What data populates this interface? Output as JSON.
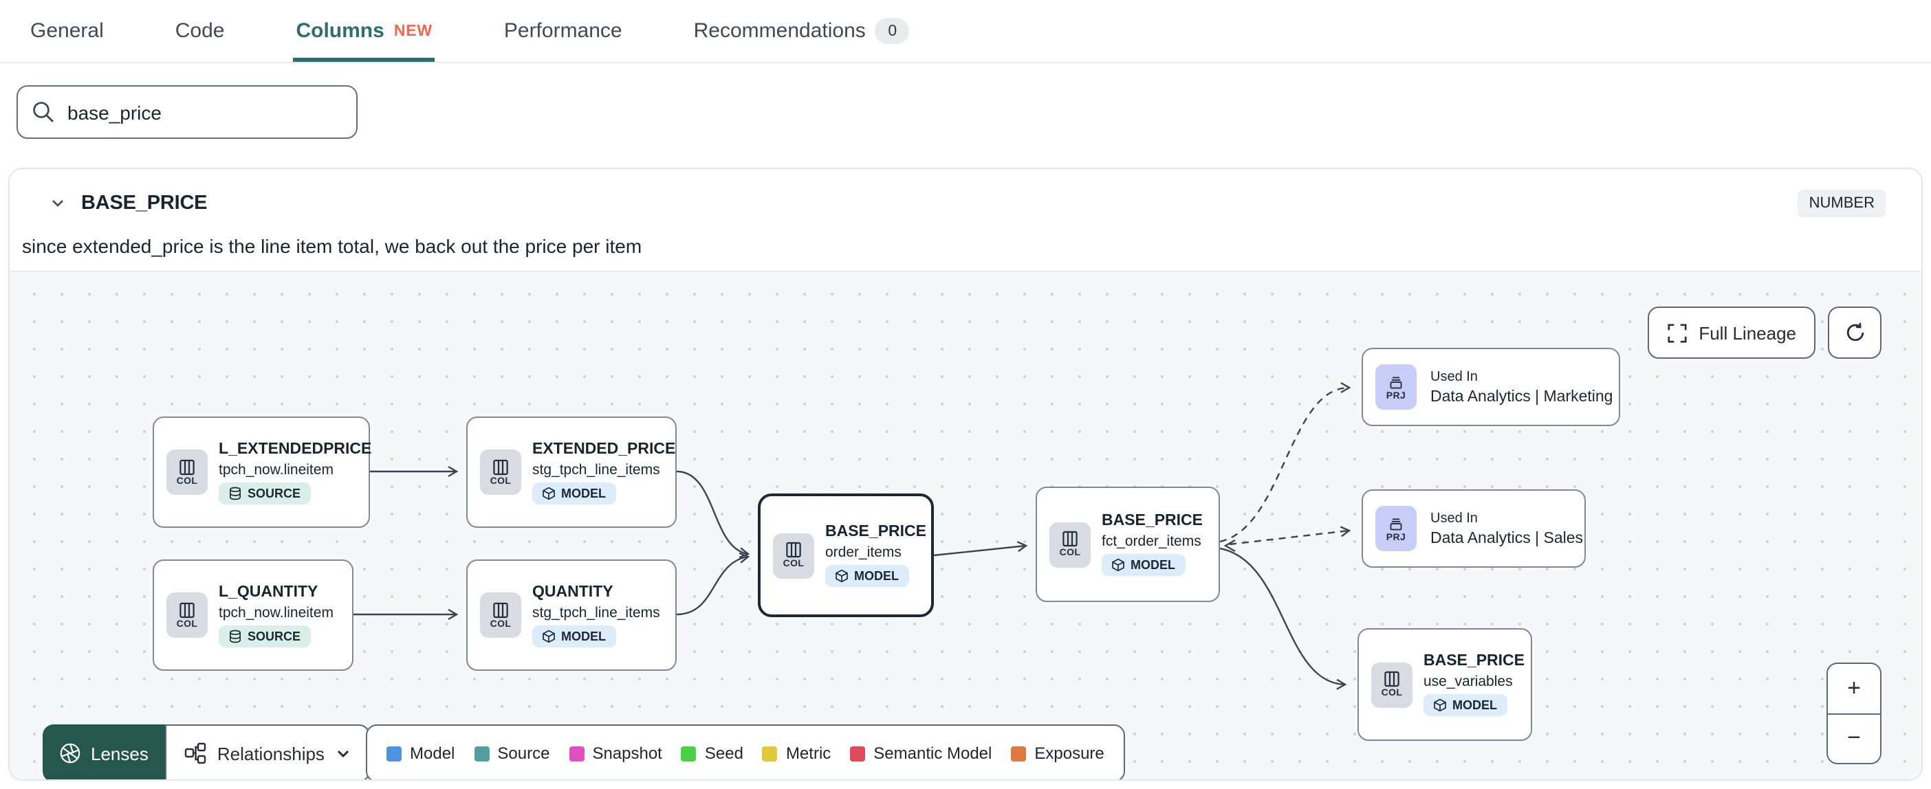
{
  "tabs": [
    {
      "label": "General"
    },
    {
      "label": "Code"
    },
    {
      "label": "Columns",
      "badge": "NEW",
      "active": true
    },
    {
      "label": "Performance"
    },
    {
      "label": "Recommendations",
      "count": "0"
    }
  ],
  "search": {
    "value": "base_price"
  },
  "column": {
    "name": "BASE_PRICE",
    "data_type": "NUMBER",
    "description": "since extended_price is the line item total, we back out the price per item"
  },
  "lineage": {
    "full_lineage_label": "Full Lineage",
    "zoom_in_label": "+",
    "zoom_out_label": "−",
    "lenses_label": "Lenses",
    "relationships_label": "Relationships",
    "legend": [
      {
        "label": "Model",
        "color": "#4e92e0"
      },
      {
        "label": "Source",
        "color": "#52a09e"
      },
      {
        "label": "Snapshot",
        "color": "#e34fc3"
      },
      {
        "label": "Seed",
        "color": "#49d147"
      },
      {
        "label": "Metric",
        "color": "#e2c83d"
      },
      {
        "label": "Semantic Model",
        "color": "#e0485c"
      },
      {
        "label": "Exposure",
        "color": "#e1793f"
      }
    ],
    "nodes": [
      {
        "chip": "COL",
        "title": "L_EXTENDEDPRICE",
        "subtitle": "tpch_now.lineitem",
        "badge": "SOURCE"
      },
      {
        "chip": "COL",
        "title": "L_QUANTITY",
        "subtitle": "tpch_now.lineitem",
        "badge": "SOURCE"
      },
      {
        "chip": "COL",
        "title": "EXTENDED_PRICE",
        "subtitle": "stg_tpch_line_items",
        "badge": "MODEL"
      },
      {
        "chip": "COL",
        "title": "QUANTITY",
        "subtitle": "stg_tpch_line_items",
        "badge": "MODEL"
      },
      {
        "chip": "COL",
        "title": "BASE_PRICE",
        "subtitle": "order_items",
        "badge": "MODEL",
        "selected": true
      },
      {
        "chip": "COL",
        "title": "BASE_PRICE",
        "subtitle": "fct_order_items",
        "badge": "MODEL"
      },
      {
        "chip": "PRJ",
        "label": "Used In",
        "name": "Data Analytics | Marketing"
      },
      {
        "chip": "PRJ",
        "label": "Used In",
        "name": "Data Analytics | Sales"
      },
      {
        "chip": "COL",
        "title": "BASE_PRICE",
        "subtitle": "use_variables",
        "badge": "MODEL"
      }
    ],
    "colors": {
      "accent_teal": "#2f6e6e",
      "new_badge": "#ed6a50",
      "lenses_bg": "#26574e",
      "model_badge_bg": "#dcecfa",
      "source_badge_bg": "#d9efe8",
      "col_chip_bg": "#d8dbe1",
      "prj_chip_bg": "#c8cdf8",
      "canvas_bg": "#f6f7f9",
      "edge": "#3a434f"
    }
  }
}
